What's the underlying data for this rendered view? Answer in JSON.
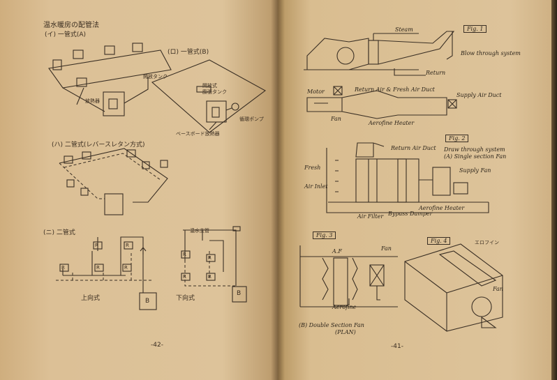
{
  "left_page": {
    "title": "温水暖房の配管法",
    "sec_i": "(イ) 一管式(A)",
    "sec_ro": "(ロ) 一管式(B)",
    "label_expansion_tank": "開放タンク",
    "label_radiator": "放熱器",
    "label_open_expansion_tank_1": "開放式",
    "label_open_expansion_tank_2": "膨張タンク",
    "label_circulation_pump": "循環ポンプ",
    "label_baseboard_radiator": "ベースボード放熱器",
    "sec_ha": "(ハ) 二管式(レバースレタン方式)",
    "sec_ni": "(ニ) 二管式",
    "label_hot_water_main": "温水主管",
    "label_upfeed": "上向式",
    "label_downfeed": "下向式",
    "box_r": "R",
    "box_b": "B",
    "page_number": "-42-"
  },
  "right_page": {
    "fig1": "Fig. 1",
    "steam": "Steam",
    "return": "Return",
    "blow_through": "Blow through system",
    "motor": "Motor",
    "return_fresh_duct": "Return Air & Fresh Air Duct",
    "supply_duct": "Supply Air Duct",
    "fan": "Fan",
    "aerofine_heater": "Aerofine Heater",
    "fig2": "Fig. 2",
    "return_air_duct": "Return Air Duct",
    "draw_through": "Draw through system",
    "single_section": "(A) Single section Fan",
    "fresh": "Fresh",
    "supply_fan": "Supply Fan",
    "air_inlet": "Air Inlet",
    "air_filter": "Air Filter",
    "bypass_damper": "Bypass Damper",
    "fig3": "Fig. 3",
    "af": "A.F",
    "fig4": "Fig. 4",
    "aerofin_jp": "エロフイン",
    "aerofine": "Aerofine",
    "double_section": "(B) Double Section Fan",
    "plan": "(PLAN)",
    "page_number": "-41-"
  }
}
